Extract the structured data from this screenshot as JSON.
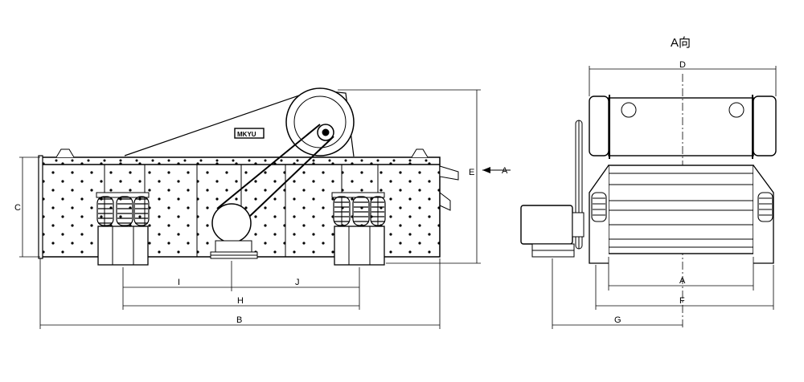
{
  "view_title": "A向",
  "dimension_labels": {
    "A": "A",
    "B": "B",
    "C": "C",
    "D": "D",
    "E": "E",
    "F": "F",
    "G": "G",
    "H": "H",
    "I": "I",
    "J": "J"
  },
  "view_arrow_label": "A",
  "brand_plate": "MKYU"
}
